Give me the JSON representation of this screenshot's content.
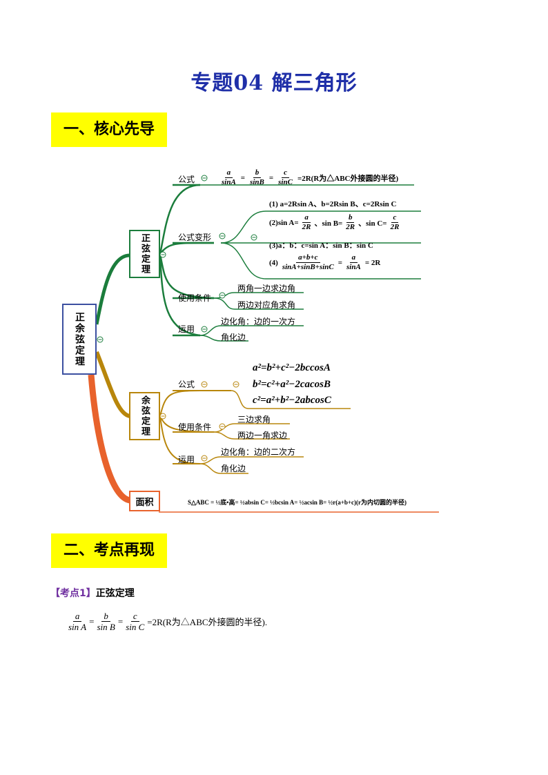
{
  "title": "专题04  解三角形",
  "section1": "一、核心先导",
  "section2": "二、考点再现",
  "root": "正余弦定理",
  "sine": {
    "label": "正弦定理",
    "formula_label": "公式",
    "formula": {
      "a": "a",
      "b": "b",
      "c": "c",
      "sinA": "sinA",
      "sinB": "sinB",
      "sinC": "sinC",
      "tail": "=2R(R为△ABC外接圆的半径)"
    },
    "variant_label": "公式变形",
    "variants": {
      "v1": "(1) a=2Rsin A、b=2Rsin B、c=2Rsin C",
      "v2_prefix": "(2)sin A=",
      "v2_mid1": "、sin B=",
      "v2_mid2": "、sin C=",
      "v3": "(3)a：b：c=sin A：sin B：sin C",
      "v4_prefix": "(4)",
      "v4_num": "a+b+c",
      "v4_den": "sinA+sinB+sinC",
      "v4_tail": "= 2R"
    },
    "cond_label": "使用条件",
    "conditions": [
      "两角一边求边角",
      "两边对应角求角"
    ],
    "use_label": "运用",
    "uses": [
      "边化角：边的一次方",
      "角化边"
    ]
  },
  "cosine": {
    "label": "余弦定理",
    "formula_label": "公式",
    "formulas": [
      "a²=b²+c²−2bccosA",
      "b²=c²+a²−2cacosB",
      "c²=a²+b²−2abcosC"
    ],
    "cond_label": "使用条件",
    "conditions": [
      "三边求角",
      "两边一角求边"
    ],
    "use_label": "运用",
    "uses": [
      "边化角：边的二次方",
      "角化边"
    ]
  },
  "area": {
    "label": "面积",
    "formula": "S△ABC = ½底•高= ½absin C= ½bcsin A= ½acsin B= ½r(a+b+c)(r为内切圆的半径)"
  },
  "kaodian": {
    "bracket": "【考点1】",
    "name": "正弦定理",
    "formula_tail": "=2R(R为△ABC外接圆的半径)."
  },
  "colors": {
    "green": "#1b7d3c",
    "gold": "#b8860b",
    "orange": "#e8622c",
    "title": "#1f2fa8",
    "highlight": "#ffff00"
  }
}
